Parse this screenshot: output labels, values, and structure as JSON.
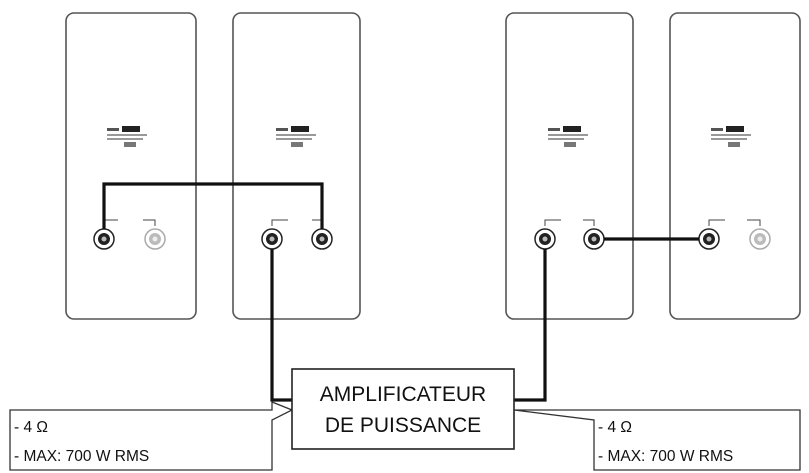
{
  "amplifier": {
    "line1": "AMPLIFICATEUR",
    "line2": "DE PUISSANCE"
  },
  "callout_left": {
    "impedance": "- 4  Ω",
    "max_power": "- MAX: 700 W RMS"
  },
  "callout_right": {
    "impedance": "- 4  Ω",
    "max_power": "- MAX: 700 W RMS"
  }
}
